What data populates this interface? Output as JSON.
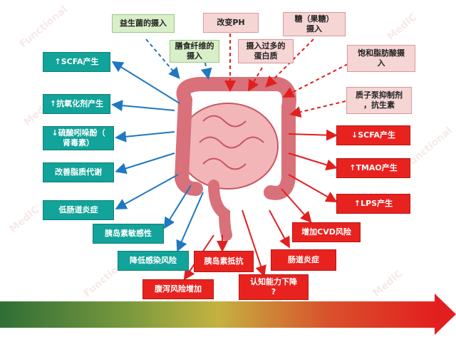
{
  "inputs": {
    "probiotics": "益生菌的摄入",
    "fiber": "膳食纤维的\n摄入",
    "ph": "改变PH",
    "protein": "摄入过多的\n蛋白质",
    "sugar": "糖（果糖）\n摄入",
    "saturated_fat": "饱和脂肪酸摄\n入",
    "ppi_antibiotics": "质子泵抑制剂\n，抗生素"
  },
  "positive_effects": [
    "↑SCFA产生",
    "↑抗氧化剂产生",
    "↓硫酸吲哚酚（\n肾毒素）",
    "改善脂质代谢",
    "低肠道炎症",
    "胰岛素敏感性",
    "降低感染风险"
  ],
  "negative_effects": [
    "↓SCFA产生",
    "↑TMAO产生",
    "↑LPS产生",
    "增加CVD风险",
    "肠道炎症",
    "认知能力下降\n?",
    "胰岛素抵抗",
    "腹泻风险增加"
  ],
  "watermark": [
    "Functional",
    "MedIC"
  ],
  "colors": {
    "positive": "#12a39a",
    "negative": "#e8231f",
    "green_input": "#d8efc8",
    "pink_input": "#f6d5d5",
    "blue_arrow": "#1f78c1",
    "red_arrow": "#e21f1f",
    "intestine": "#d9717a"
  }
}
